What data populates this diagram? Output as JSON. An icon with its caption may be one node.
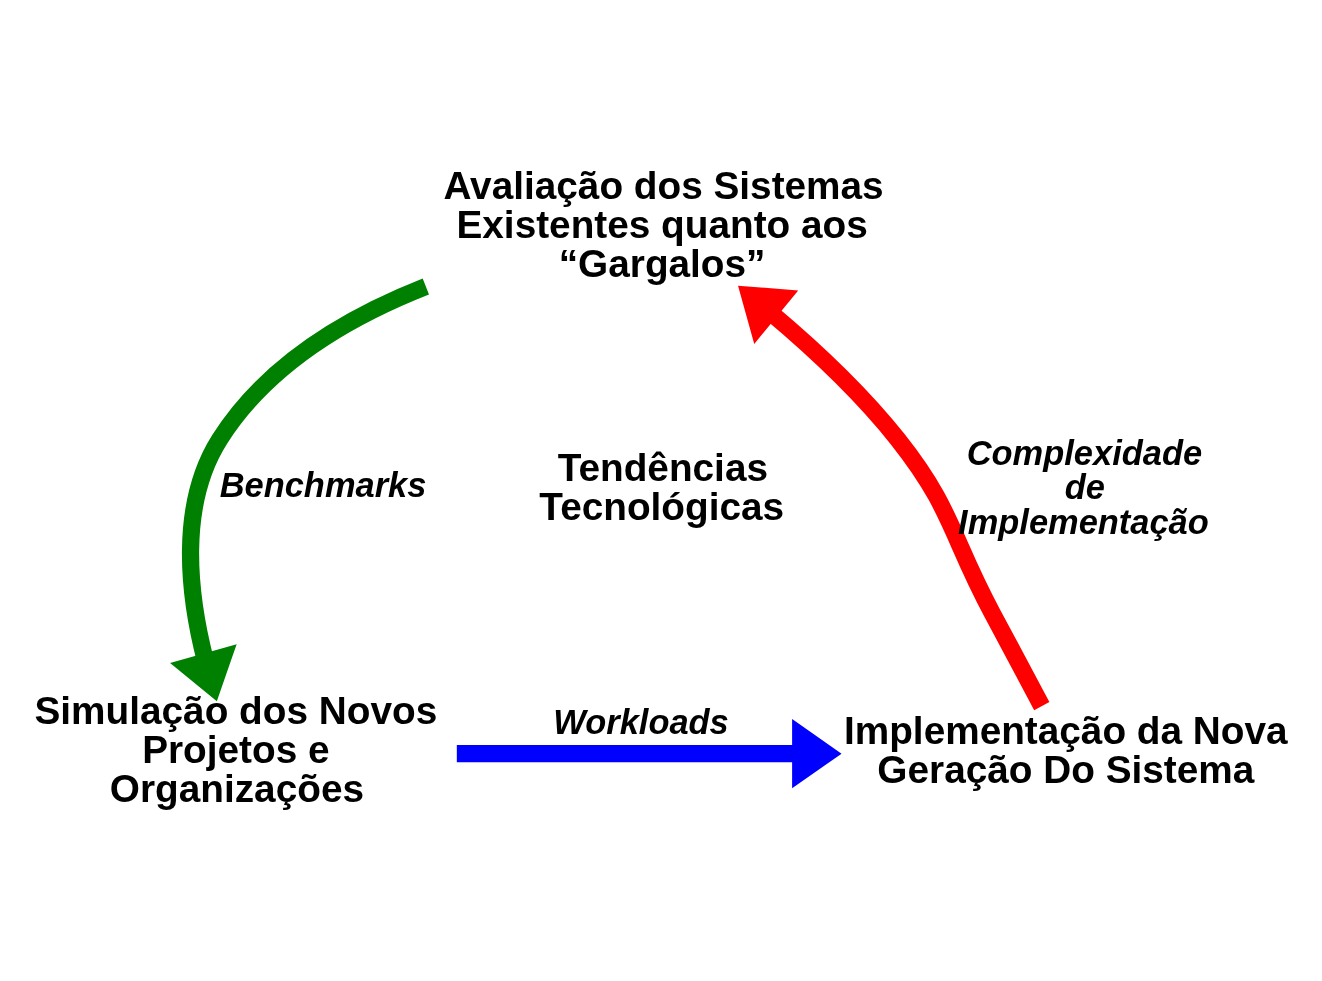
{
  "diagram": {
    "nodes": [
      {
        "text": [
          "Avaliação dos Sistemas Existentes quanto aos “Gargalos”"
        ]
      },
      {
        "text": [
          "Simulação dos Novos Projetos e Organizações"
        ]
      },
      {
        "text": [
          "Implementação da Nova Geração Do Sistema"
        ]
      },
      {
        "text": [
          "Tendências Tecnológicas"
        ]
      }
    ],
    "edges": [
      {
        "from": 2,
        "to": 0,
        "arrow": "to",
        "label": "Complexidade de Implementação",
        "color": "#ff0000"
      },
      {
        "from": 0,
        "to": 1,
        "arrow": "to",
        "label": "Benchmarks",
        "color": "#008000"
      },
      {
        "from": 1,
        "to": 2,
        "arrow": "to",
        "label": "Workloads",
        "color": "#0000ff"
      }
    ]
  }
}
